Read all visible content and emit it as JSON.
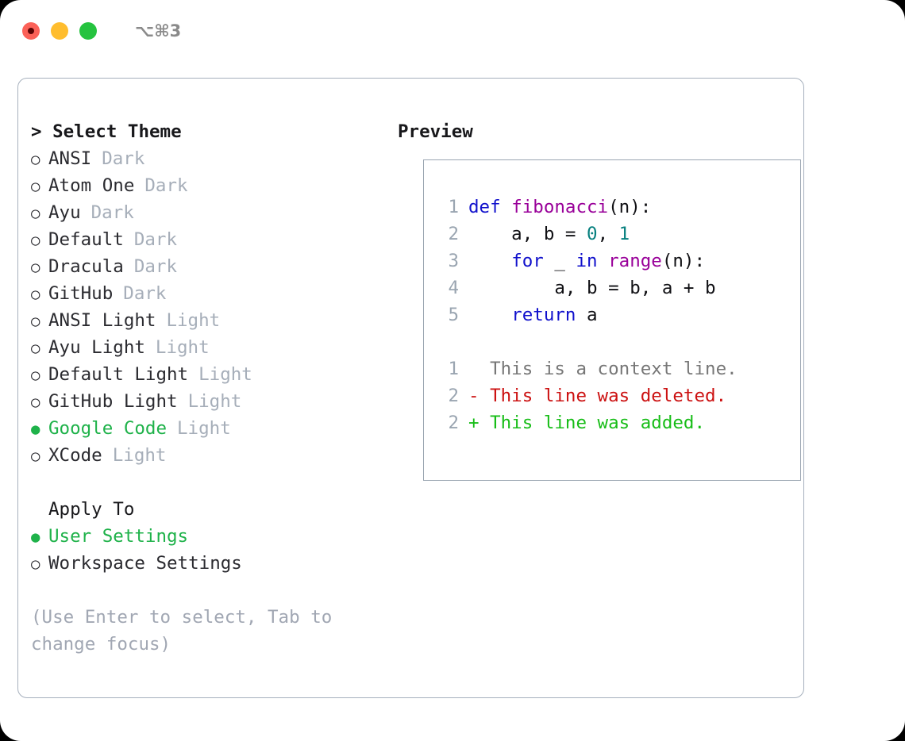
{
  "window": {
    "titlebar": {
      "shortcut": "⌥⌘3",
      "buttons": [
        {
          "name": "close",
          "color": "#fb6158"
        },
        {
          "name": "minimize",
          "color": "#ffbd2e"
        },
        {
          "name": "zoom",
          "color": "#25c33f"
        }
      ]
    }
  },
  "colors": {
    "accent_green": "#1fb24a",
    "muted": "#a6aeb9",
    "hint": "#a1a7b3",
    "border": "#a6b0bd",
    "preview_border": "#9aa5b1",
    "keyword": "#1111cc",
    "function": "#990099",
    "number": "#07807f",
    "plain": "#101014",
    "diff_context": "#777777",
    "diff_deleted": "#cc1111",
    "diff_added": "#17bd17"
  },
  "theme_picker": {
    "heading": "> Select Theme",
    "items": [
      {
        "prefix": "○",
        "name": "ANSI",
        "variant": "Dark",
        "selected": false
      },
      {
        "prefix": "○",
        "name": "Atom One",
        "variant": "Dark",
        "selected": false
      },
      {
        "prefix": "○",
        "name": "Ayu",
        "variant": "Dark",
        "selected": false
      },
      {
        "prefix": "○",
        "name": "Default",
        "variant": "Dark",
        "selected": false
      },
      {
        "prefix": "○",
        "name": "Dracula",
        "variant": "Dark",
        "selected": false
      },
      {
        "prefix": "○",
        "name": "GitHub",
        "variant": "Dark",
        "selected": false
      },
      {
        "prefix": "○",
        "name": "ANSI Light",
        "variant": "Light",
        "selected": false
      },
      {
        "prefix": "○",
        "name": "Ayu Light",
        "variant": "Light",
        "selected": false
      },
      {
        "prefix": "○",
        "name": "Default Light",
        "variant": "Light",
        "selected": false
      },
      {
        "prefix": "○",
        "name": "GitHub Light",
        "variant": "Light",
        "selected": false
      },
      {
        "prefix": "●",
        "name": "Google Code",
        "variant": "Light",
        "selected": true
      },
      {
        "prefix": "○",
        "name": "XCode",
        "variant": "Light",
        "selected": false
      }
    ]
  },
  "apply_to": {
    "label": "Apply To",
    "options": [
      {
        "prefix": "●",
        "name": "User Settings",
        "selected": true
      },
      {
        "prefix": "○",
        "name": "Workspace Settings",
        "selected": false
      }
    ]
  },
  "hint": "(Use Enter to select, Tab to\nchange focus)",
  "preview": {
    "heading": "Preview",
    "code_lines": [
      {
        "lineno": "1",
        "tokens": [
          {
            "text": "def ",
            "kind": "keyword"
          },
          {
            "text": "fibonacci",
            "kind": "function"
          },
          {
            "text": "(n):",
            "kind": "plain"
          }
        ]
      },
      {
        "lineno": "2",
        "tokens": [
          {
            "text": "    a, b = ",
            "kind": "plain"
          },
          {
            "text": "0",
            "kind": "number"
          },
          {
            "text": ", ",
            "kind": "plain"
          },
          {
            "text": "1",
            "kind": "number"
          }
        ]
      },
      {
        "lineno": "3",
        "tokens": [
          {
            "text": "    ",
            "kind": "plain"
          },
          {
            "text": "for",
            "kind": "keyword"
          },
          {
            "text": " _ ",
            "kind": "plain"
          },
          {
            "text": "in",
            "kind": "keyword"
          },
          {
            "text": " ",
            "kind": "plain"
          },
          {
            "text": "range",
            "kind": "function"
          },
          {
            "text": "(n):",
            "kind": "plain"
          }
        ]
      },
      {
        "lineno": "4",
        "tokens": [
          {
            "text": "        a, b = b, a + b",
            "kind": "plain"
          }
        ]
      },
      {
        "lineno": "5",
        "tokens": [
          {
            "text": "    ",
            "kind": "plain"
          },
          {
            "text": "return",
            "kind": "keyword"
          },
          {
            "text": " a",
            "kind": "plain"
          }
        ]
      }
    ],
    "diff_lines": [
      {
        "lineno": "1",
        "marker": "  ",
        "text": "This is a context line.",
        "kind": "context"
      },
      {
        "lineno": "2",
        "marker": "- ",
        "text": "This line was deleted.",
        "kind": "deleted"
      },
      {
        "lineno": "2",
        "marker": "+ ",
        "text": "This line was added.",
        "kind": "added"
      }
    ]
  }
}
